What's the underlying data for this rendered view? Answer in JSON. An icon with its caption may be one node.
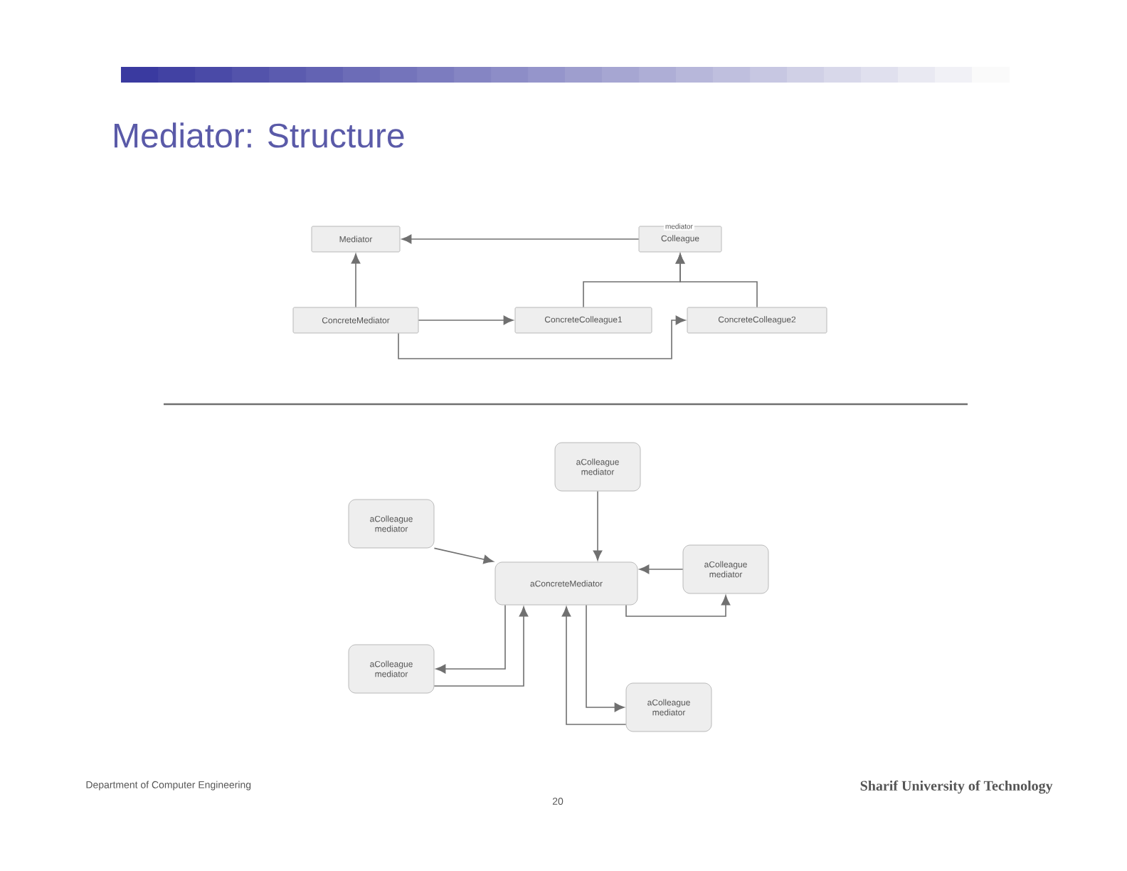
{
  "diagram": {
    "title": "Mediator: Structure",
    "nodes": [
      {
        "text": [
          "Mediator"
        ]
      },
      {
        "text": [
          "Colleague"
        ]
      },
      {
        "text": [
          "ConcreteMediator"
        ]
      },
      {
        "text": [
          "ConcreteColleague1"
        ]
      },
      {
        "text": [
          "ConcreteColleague2"
        ]
      },
      {
        "text": [
          "aColleague",
          "mediator"
        ]
      },
      {
        "text": [
          "aColleague",
          "mediator"
        ]
      },
      {
        "text": [
          "aColleague",
          "mediator"
        ]
      },
      {
        "text": [
          "aConcreteMediator"
        ]
      },
      {
        "text": [
          "aColleague",
          "mediator"
        ]
      },
      {
        "text": [
          "aColleague",
          "mediator"
        ]
      }
    ],
    "edges": [
      {
        "from": 1,
        "to": 0,
        "arrow": "to",
        "label": "mediator"
      },
      {
        "from": 2,
        "to": 0,
        "arrow": "to"
      },
      {
        "from": 3,
        "to": 1,
        "arrow": "to"
      },
      {
        "from": 4,
        "to": 1,
        "arrow": "to"
      },
      {
        "from": 2,
        "to": 3,
        "arrow": "to"
      },
      {
        "from": 2,
        "to": 4,
        "arrow": "to"
      },
      {
        "from": 5,
        "to": 8,
        "arrow": "to"
      },
      {
        "from": 6,
        "to": 8,
        "arrow": "to"
      },
      {
        "from": 7,
        "to": 8,
        "arrow": "to"
      },
      {
        "from": 8,
        "to": 7,
        "arrow": "to"
      },
      {
        "from": 8,
        "to": 9,
        "arrow": "to"
      },
      {
        "from": 9,
        "to": 8,
        "arrow": "to"
      },
      {
        "from": 8,
        "to": 10,
        "arrow": "to"
      },
      {
        "from": 10,
        "to": 8,
        "arrow": "to"
      }
    ],
    "labels": [
      "Department of Computer Engineering",
      "20",
      "Sharif University of Technology"
    ]
  }
}
